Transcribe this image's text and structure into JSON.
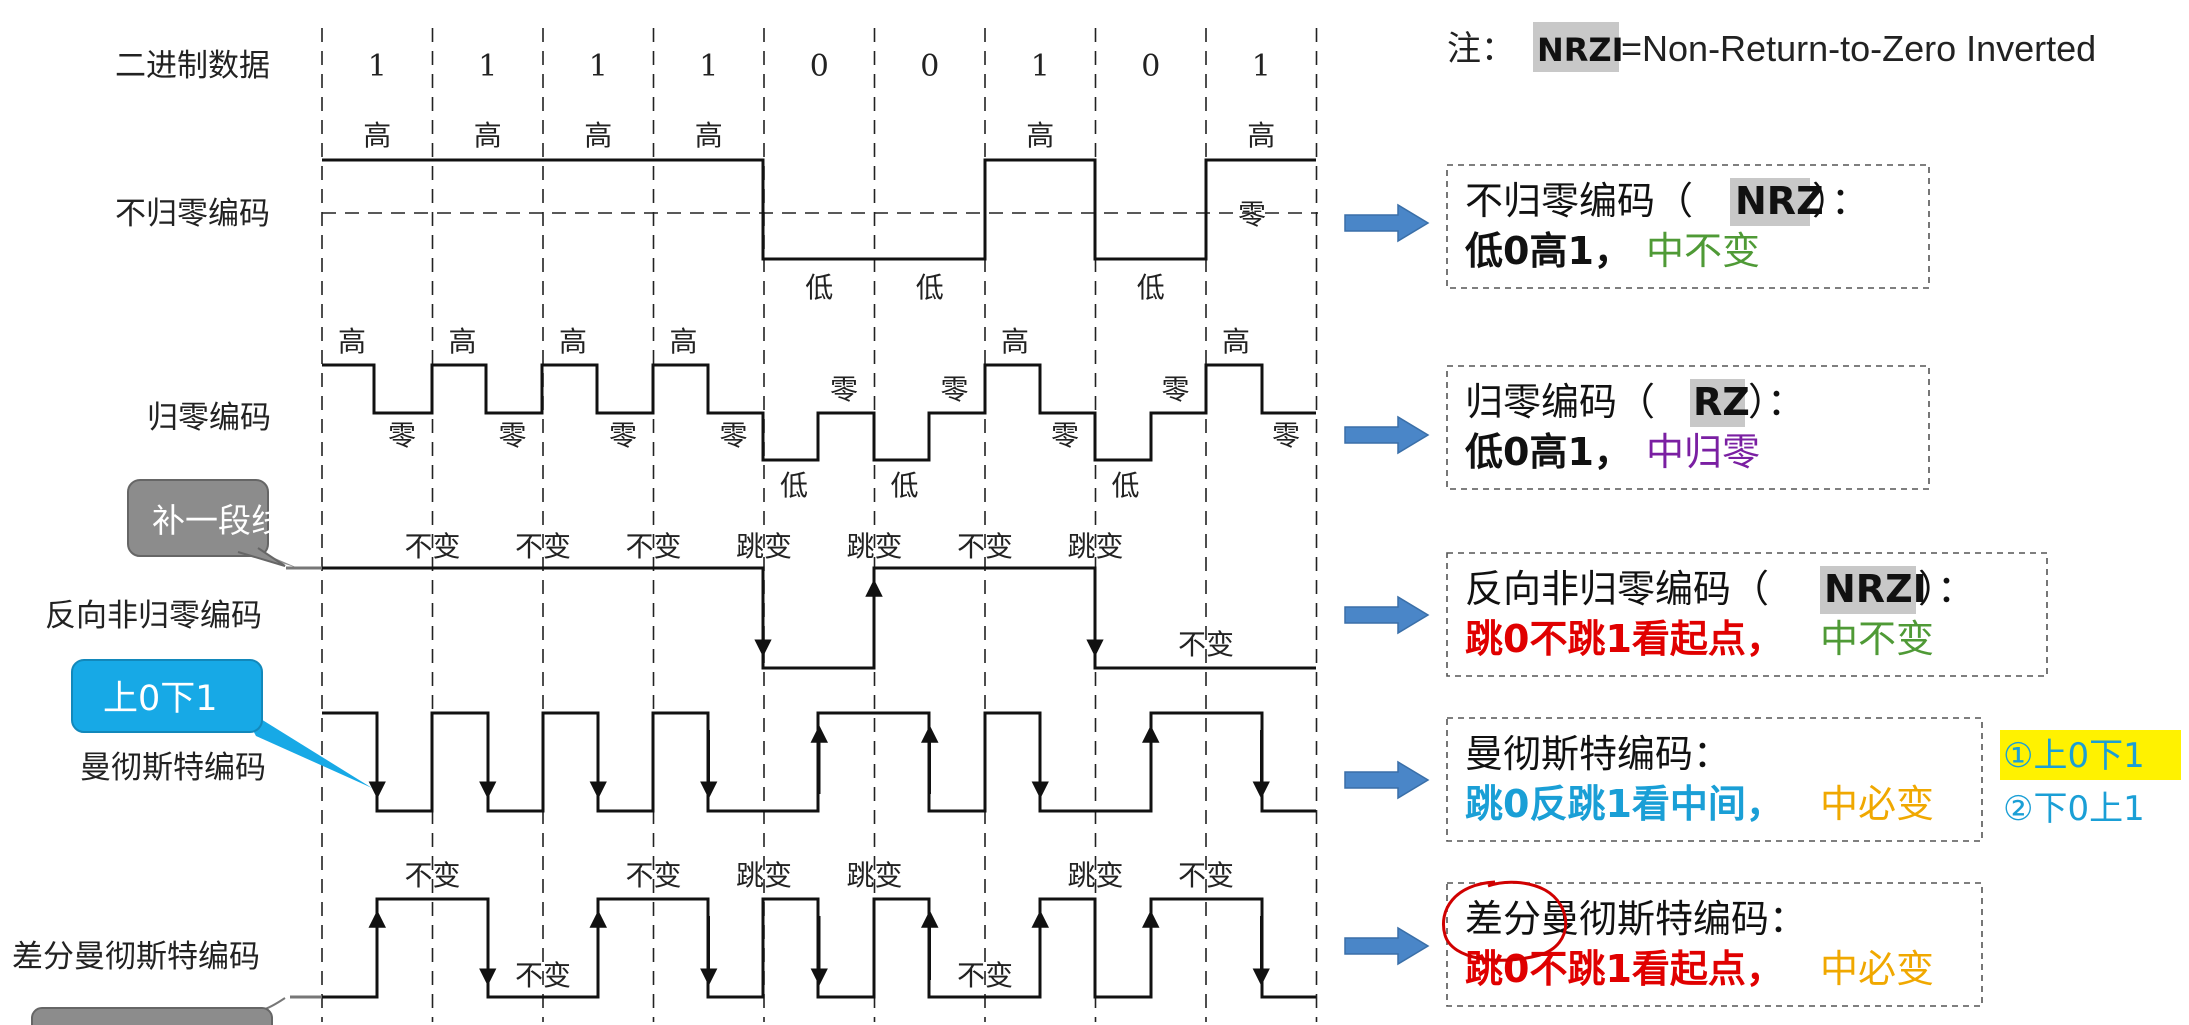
{
  "note": {
    "prefix": "注：",
    "abbr": "NRZI",
    "rest": "=Non-Return-to-Zero Inverted"
  },
  "rows": {
    "binary": "二进制数据",
    "nrz": "不归零编码",
    "rz": "归零编码",
    "nrzi": "反向非归零编码",
    "manchester": "曼彻斯特编码",
    "diff_manchester": "差分曼彻斯特编码"
  },
  "bits": [
    "1",
    "1",
    "1",
    "1",
    "0",
    "0",
    "1",
    "0",
    "1"
  ],
  "labels": {
    "high": "高",
    "low": "低",
    "zero": "零",
    "unchanged": "不变",
    "transition": "跳变"
  },
  "callouts": {
    "add_line": "补一段线",
    "manchester_rule": "上0下1"
  },
  "nrzi_top": [
    "不变",
    "不变",
    "不变",
    "跳变",
    "跳变",
    "不变",
    "跳变"
  ],
  "nrzi_bottom": "不变",
  "diff_top": [
    "不变",
    "不变",
    "跳变",
    "跳变",
    "跳变",
    "不变"
  ],
  "diff_bottom": [
    "不变",
    "不变"
  ],
  "boxes": {
    "nrz": {
      "title": "不归零编码（",
      "abbr": "NRZ",
      "close": "）：",
      "line2_a": "低0高1，",
      "line2_b": "中不变"
    },
    "rz": {
      "title": "归零编码（",
      "abbr": "RZ",
      "close": "）：",
      "line2_a": "低0高1，",
      "line2_b": "中归零"
    },
    "nrzi": {
      "title": "反向非归零编码（",
      "abbr": "NRZI",
      "close": "）：",
      "line2_a": "跳0不跳1看起点，",
      "line2_b": "中不变"
    },
    "manchester": {
      "title": "曼彻斯特编码：",
      "line2_a": "跳0反跳1看中间，",
      "line2_b": "中必变",
      "opt1": "①上0下1",
      "opt2": "②下0上1"
    },
    "diff": {
      "title_a": "差分",
      "title_b": "曼彻斯特编码：",
      "line2_a": "跳0不跳1看起点，",
      "line2_b": "中必变"
    }
  },
  "colors": {
    "green": "#4f9a36",
    "purple": "#7a1fa2",
    "red": "#e00000",
    "cyan": "#1a9fd6",
    "orange": "#f0a800",
    "arrow": "#4a86c8",
    "callout_gray": "#8c8c8c",
    "callout_blue": "#17a9e6",
    "highlight_yellow": "#fff200",
    "circle_red": "#d00000"
  }
}
